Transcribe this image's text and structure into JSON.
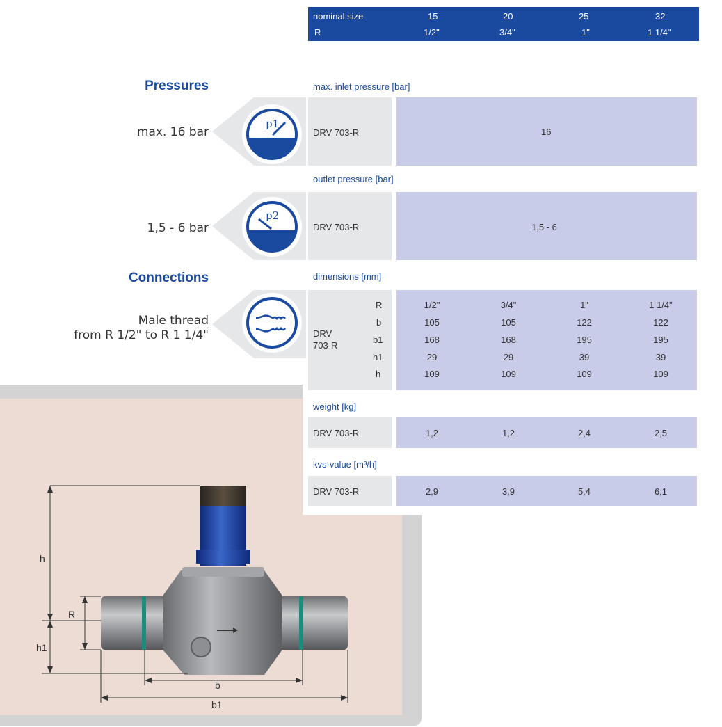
{
  "header": {
    "row1_label": "nominal size",
    "row2_label": "R",
    "sizes": [
      "15",
      "20",
      "25",
      "32"
    ],
    "threads": [
      "1/2\"",
      "3/4\"",
      "1\"",
      "1 1/4\""
    ]
  },
  "pressures": {
    "heading": "Pressures",
    "inlet": {
      "left_text": "max. 16 bar",
      "icon_text": "p1",
      "section_label": "max. inlet pressure [bar]",
      "model": "DRV 703-R",
      "value": "16"
    },
    "outlet": {
      "left_text": "1,5 - 6 bar",
      "icon_text": "p2",
      "section_label": "outlet pressure [bar]",
      "model": "DRV 703-R",
      "value": "1,5 - 6"
    }
  },
  "connections": {
    "heading": "Connections",
    "left_text_1": "Male thread",
    "left_text_2": "from R 1/2\" to R 1 1/4\"",
    "section_label": "dimensions [mm]",
    "model_1": "DRV",
    "model_2": "703-R",
    "rows": [
      {
        "label": "R",
        "values": [
          "1/2\"",
          "3/4\"",
          "1\"",
          "1 1/4\""
        ]
      },
      {
        "label": "b",
        "values": [
          "105",
          "105",
          "122",
          "122"
        ]
      },
      {
        "label": "b1",
        "values": [
          "168",
          "168",
          "195",
          "195"
        ]
      },
      {
        "label": "h1",
        "values": [
          "29",
          "29",
          "39",
          "39"
        ]
      },
      {
        "label": "h",
        "values": [
          "109",
          "109",
          "109",
          "109"
        ]
      }
    ]
  },
  "weight": {
    "section_label": "weight [kg]",
    "model": "DRV 703-R",
    "values": [
      "1,2",
      "1,2",
      "2,4",
      "2,5"
    ]
  },
  "kvs": {
    "section_label": "kvs-value [m³/h]",
    "model": "DRV 703-R",
    "values": [
      "2,9",
      "3,9",
      "5,4",
      "6,1"
    ]
  },
  "drawing": {
    "labels": {
      "h": "h",
      "R": "R",
      "h1": "h1",
      "b": "b",
      "b1": "b1"
    }
  },
  "colors": {
    "brand_blue": "#1a4aa0",
    "lavender": "#c9cce8",
    "gray_cell": "#e6e7e9",
    "beige": "#ecdcd3"
  }
}
